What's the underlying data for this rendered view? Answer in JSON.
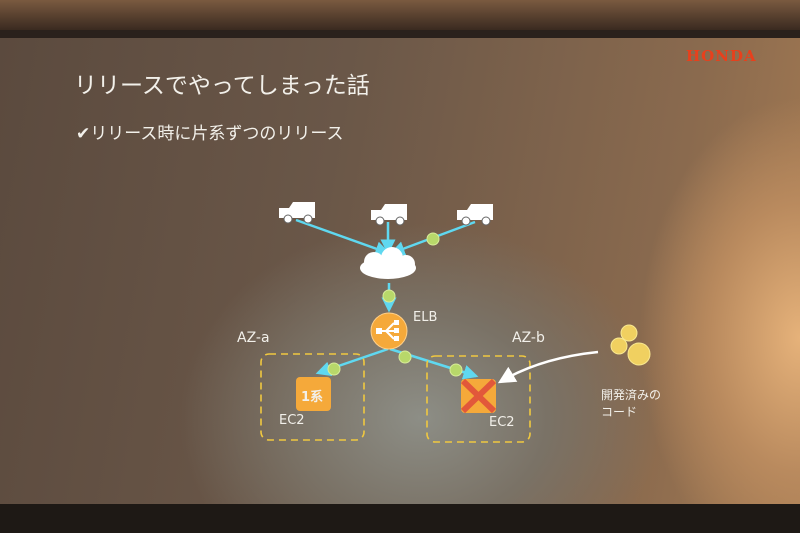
{
  "slide": {
    "title": "リリースでやってしまった話",
    "bullet": "✔リリース時に片系ずつのリリース",
    "logo": "HONDA",
    "diagram": {
      "elb_label": "ELB",
      "az_a_label": "AZ-a",
      "az_b_label": "AZ-b",
      "ec2_a_label": "EC2",
      "ec2_a_badge": "1系",
      "ec2_b_label": "EC2",
      "code_label_1": "開発済みの",
      "code_label_2": "コード"
    },
    "colors": {
      "accent": "#f5a93a",
      "line": "#5fd8f0",
      "dot": "#b8d86a",
      "cross": "#e2583a",
      "logo": "#e8401c"
    }
  }
}
